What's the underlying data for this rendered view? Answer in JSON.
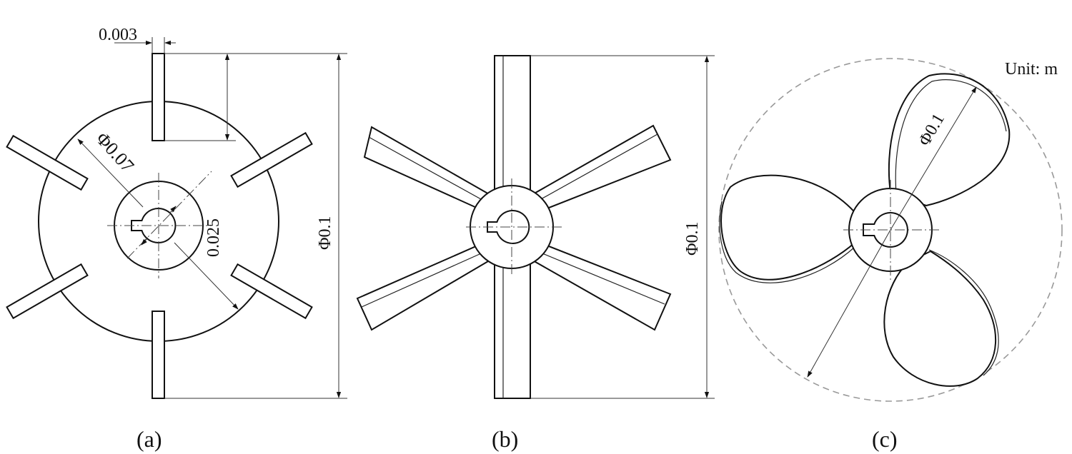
{
  "unit_label": "Unit: m",
  "panels": [
    {
      "label": "(a)",
      "dimensions": {
        "blade_thickness": "0.003",
        "disc": "Φ0.07",
        "hub": "0.025",
        "overall": "Φ0.1"
      }
    },
    {
      "label": "(b)",
      "dimensions": {
        "overall": "Φ0.1"
      }
    },
    {
      "label": "(c)",
      "dimensions": {
        "overall": "Φ0.1"
      }
    }
  ],
  "colors": {
    "line": "#111111",
    "dashed_circle": "#999999",
    "background": "#ffffff"
  }
}
